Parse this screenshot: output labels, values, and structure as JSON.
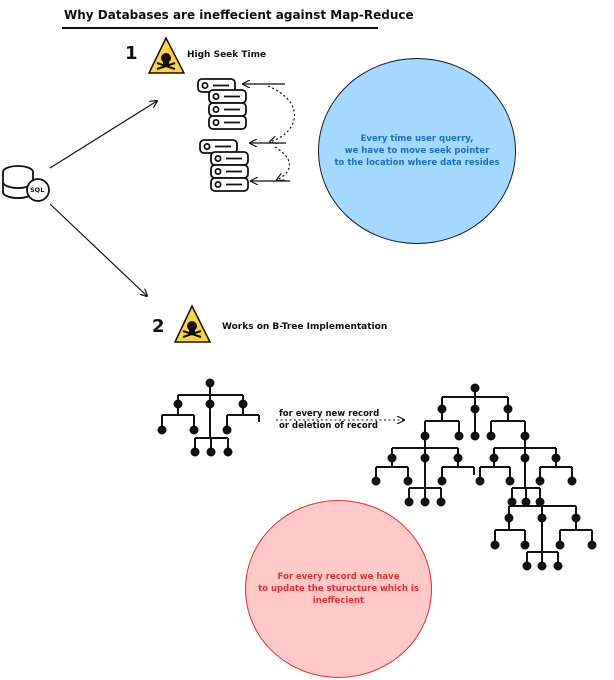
{
  "title": "Why Databases are ineffecient against Map-Reduce",
  "database_icon": {
    "name": "database-icon",
    "badge": "SQL"
  },
  "steps": [
    {
      "number": "1",
      "label": "High Seek Time",
      "icon": "warning-skull-icon"
    },
    {
      "number": "2",
      "label": "Works on B-Tree Implementation",
      "icon": "warning-skull-icon"
    }
  ],
  "seek_note": "Every time user querry,\nwe have to move seek pointer\nto the location where data resides",
  "btree_note": {
    "line1": "for every new record",
    "line2": "or  deletion of record"
  },
  "update_note": "For every record we have\nto update the sturucture which is\nineffecient",
  "colors": {
    "blue_fill": "#a5d8ff",
    "blue_text": "#1971c2",
    "red_fill": "#ffc9c9",
    "red_text": "#e03131",
    "warning": "#ffd43b"
  }
}
